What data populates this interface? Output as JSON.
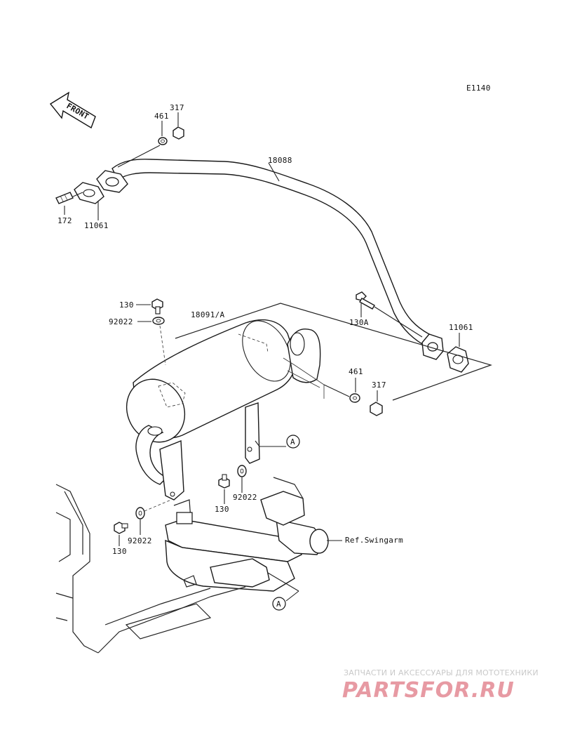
{
  "diagram_code": "E1140",
  "front_label": "FRONT",
  "callout_a": "A",
  "labels": {
    "p317_top": "317",
    "p461_top": "461",
    "p18088": "18088",
    "p172": "172",
    "p11061_left": "11061",
    "p130_top": "130",
    "p92022_top": "92022",
    "p18091a": "18091/A",
    "p130a": "130A",
    "p11061_right": "11061",
    "p461_right": "461",
    "p317_right": "317",
    "p130_mid": "130",
    "p92022_mid": "92022",
    "p92022_low": "92022",
    "p130_low": "130",
    "ref_swingarm": "Ref.Swingarm"
  },
  "watermark": {
    "tagline": "ЗАПЧАСТИ И АКСЕССУАРЫ ДЛЯ МОТОТЕХНИКИ",
    "logo": "PARTSFOR.RU"
  }
}
